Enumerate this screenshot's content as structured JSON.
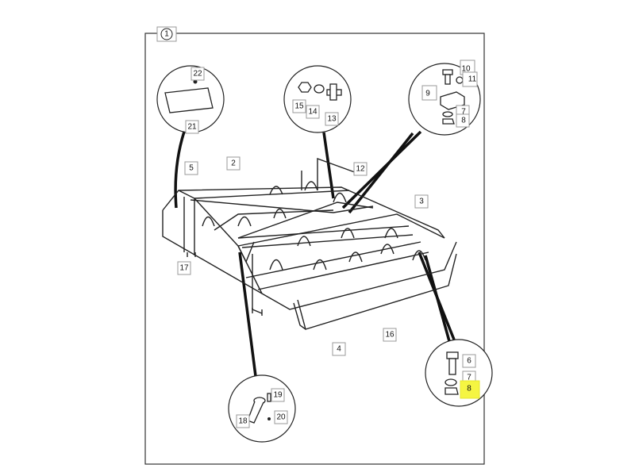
{
  "diagram": {
    "figure_number": "1",
    "highlight_color": "#f5f542",
    "callouts": {
      "panel": {
        "labels": [
          "22",
          "21"
        ]
      },
      "bolt_set_top": {
        "labels": [
          "15",
          "14",
          "13"
        ]
      },
      "clamp_set": {
        "labels": [
          "10",
          "11",
          "9",
          "7",
          "8"
        ]
      },
      "bolt_set_bottom": {
        "labels": [
          "6",
          "7",
          "8"
        ],
        "highlighted": "8"
      },
      "pin_set": {
        "labels": [
          "19",
          "18",
          "20"
        ]
      }
    },
    "frame_labels": [
      "5",
      "2",
      "12",
      "3",
      "17",
      "4",
      "16"
    ]
  }
}
